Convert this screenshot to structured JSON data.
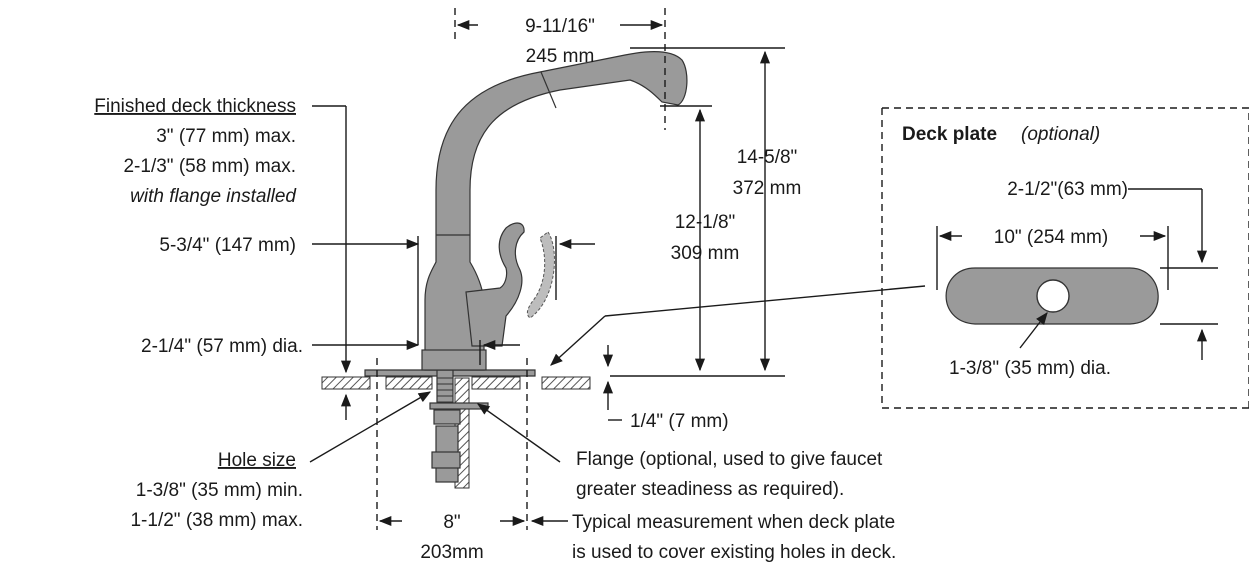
{
  "labels": {
    "top_width_frac": "9-11/16\"",
    "top_width_mm": "245 mm",
    "deck_heading": "Finished deck thickness",
    "deck_max1": "3\" (77 mm) max.",
    "deck_max2": "2-1/3\" (58 mm) max.",
    "deck_flange": "with flange installed",
    "handle_width": "5-3/4\" (147 mm)",
    "base_dia": "2-1/4\" (57 mm) dia.",
    "hole_heading": "Hole size",
    "hole_min": "1-3/8\" (35 mm) min.",
    "hole_max": "1-1/2\" (38 mm) max.",
    "height_total_frac": "14-5/8\"",
    "height_total_mm": "372 mm",
    "height_spout_frac": "12-1/8\"",
    "height_spout_mm": "309 mm",
    "flange_thickness": "1/4\" (7 mm)",
    "flange_note1": "Flange (optional, used to give faucet",
    "flange_note2": "greater steadiness as required).",
    "bottom_width_frac": "8\"",
    "bottom_width_mm": "203mm",
    "typical_note1": "Typical measurement when deck plate",
    "typical_note2": "is used to cover existing holes in deck.",
    "deck_plate_title": "Deck plate",
    "deck_plate_optional": "(optional)",
    "plate_height": "2-1/2\"(63 mm)",
    "plate_length": "10\" (254 mm)",
    "plate_hole": "1-3/8\" (35 mm) dia."
  },
  "colors": {
    "ink": "#1a1a1a",
    "metal": "#9a9a9a",
    "hatch": "#555555"
  }
}
